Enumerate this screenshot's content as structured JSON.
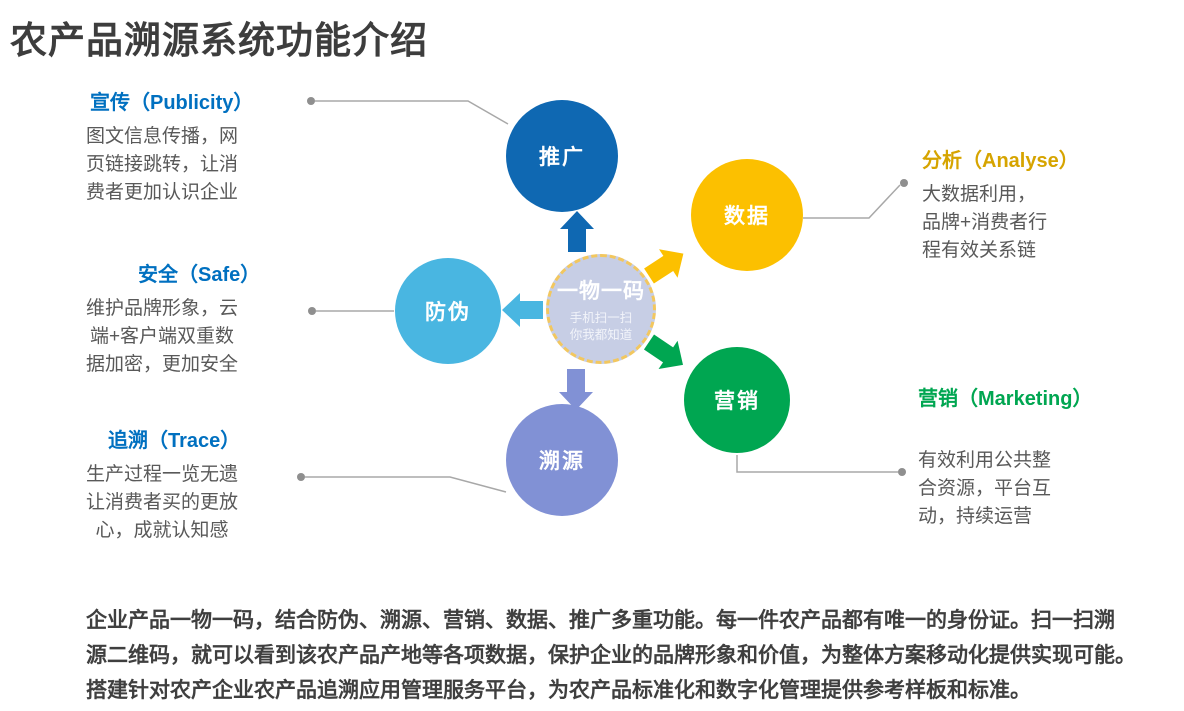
{
  "title": "农产品溯源系统功能介绍",
  "center": {
    "label": "一物一码",
    "sub1": "手机扫一扫",
    "sub2": "你我都知道",
    "fill": "#c7cee5",
    "border": "#f2c75f"
  },
  "nodes": {
    "promotion": {
      "label": "推广",
      "color": "#0f68b2"
    },
    "data": {
      "label": "数据",
      "color": "#fcc000"
    },
    "anti_counterfeit": {
      "label": "防伪",
      "color": "#49b6e1"
    },
    "marketing": {
      "label": "营销",
      "color": "#00a651"
    },
    "traceability": {
      "label": "溯源",
      "color": "#8191d5"
    }
  },
  "annotations": {
    "publicity": {
      "title": "宣传（Publicity）",
      "color": "#0070c0",
      "desc": "图文信息传播，网\n页链接跳转，让消\n费者更加认识企业"
    },
    "safe": {
      "title": "安全（Safe）",
      "color": "#0070c0",
      "desc": "维护品牌形象，云\n端+客户端双重数\n据加密，更加安全"
    },
    "trace": {
      "title": "追溯（Trace）",
      "color": "#0070c0",
      "desc": "生产过程一览无遗\n让消费者买的更放\n心，成就认知感"
    },
    "analyse": {
      "title": "分析（Analyse）",
      "color": "#d6a400",
      "desc": "大数据利用，\n品牌+消费者行\n程有效关系链"
    },
    "marketing": {
      "title": "营销（Marketing）",
      "color": "#00a651",
      "desc": "有效利用公共整\n合资源，平台互\n动，持续运营"
    }
  },
  "footer": "企业产品一物一码，结合防伪、溯源、营销、数据、推广多重功能。每一件农产品都有唯一的身份证。扫一扫溯\n源二维码，就可以看到该农产品产地等各项数据，保护企业的品牌形象和价值，为整体方案移动化提供实现可能。\n搭建针对农产企业农产品追溯应用管理服务平台，为农产品标准化和数字化管理提供参考样板和标准。"
}
